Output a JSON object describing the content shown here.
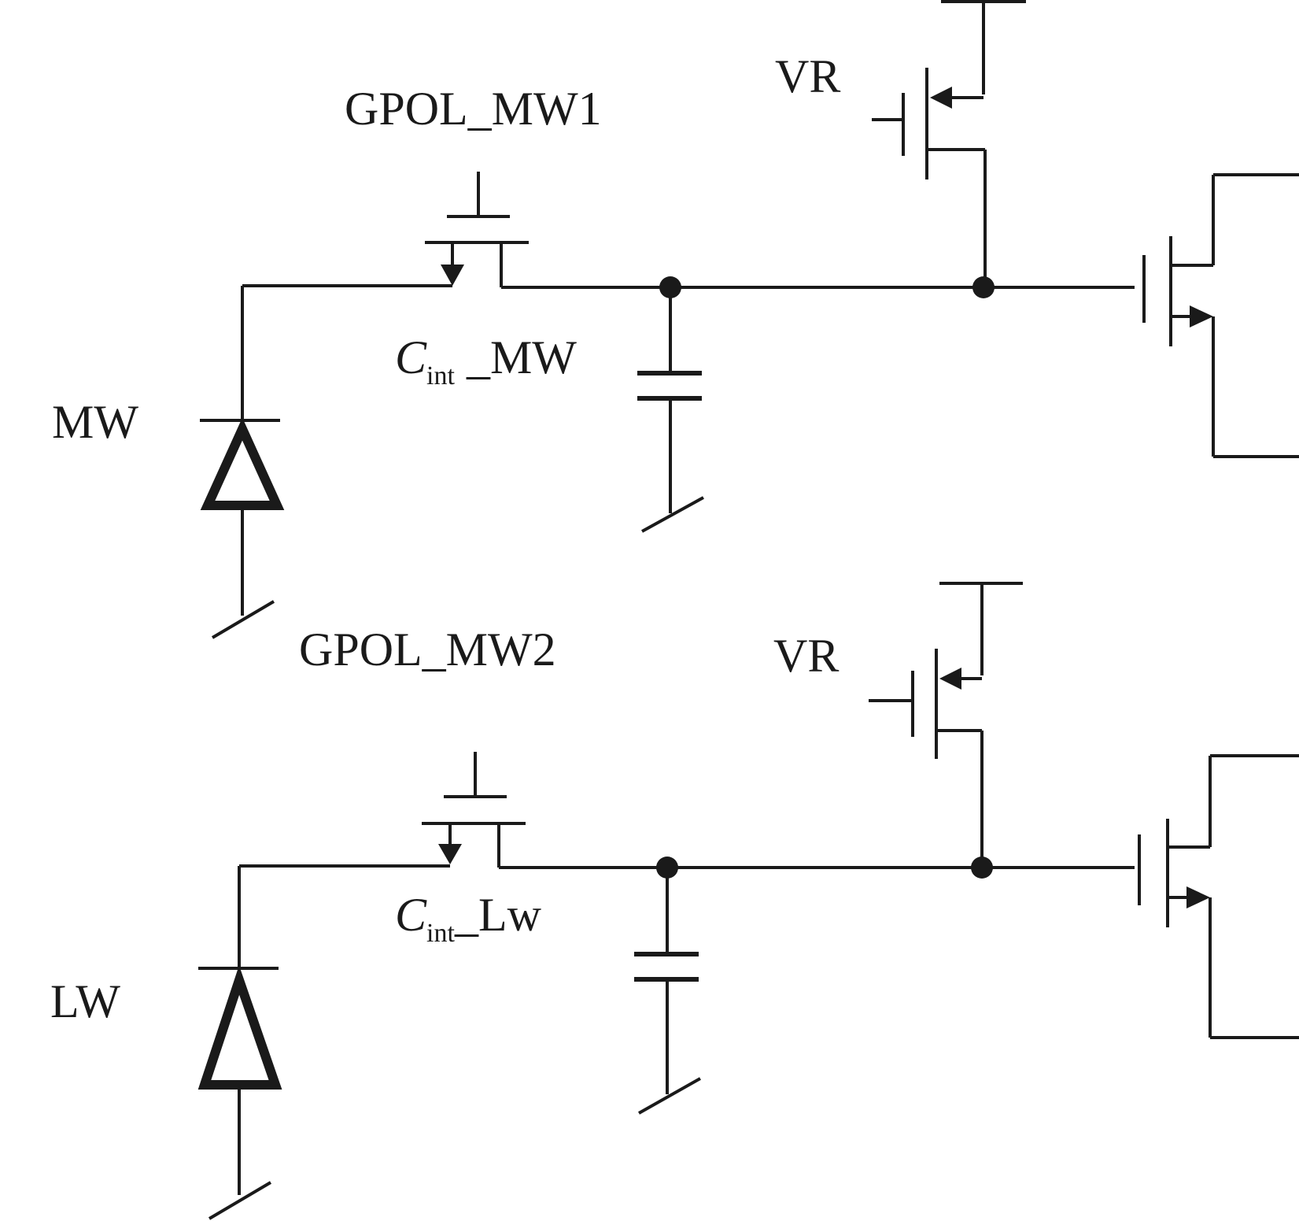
{
  "labels": {
    "vr_top": "VR",
    "vr_bottom": "VR",
    "gate_mw1": "GPOL_MW1",
    "gate_mw2": "GPOL_MW2",
    "diode_mw": "MW",
    "diode_lw": "LW",
    "cap_mw": {
      "main": "C",
      "sub": "int",
      "suffix": " _MW"
    },
    "cap_lw": {
      "main": "C",
      "sub": "int",
      "suffix": "_Lw"
    }
  },
  "colors": {
    "stroke": "#1a1a1a",
    "background": "#ffffff"
  }
}
